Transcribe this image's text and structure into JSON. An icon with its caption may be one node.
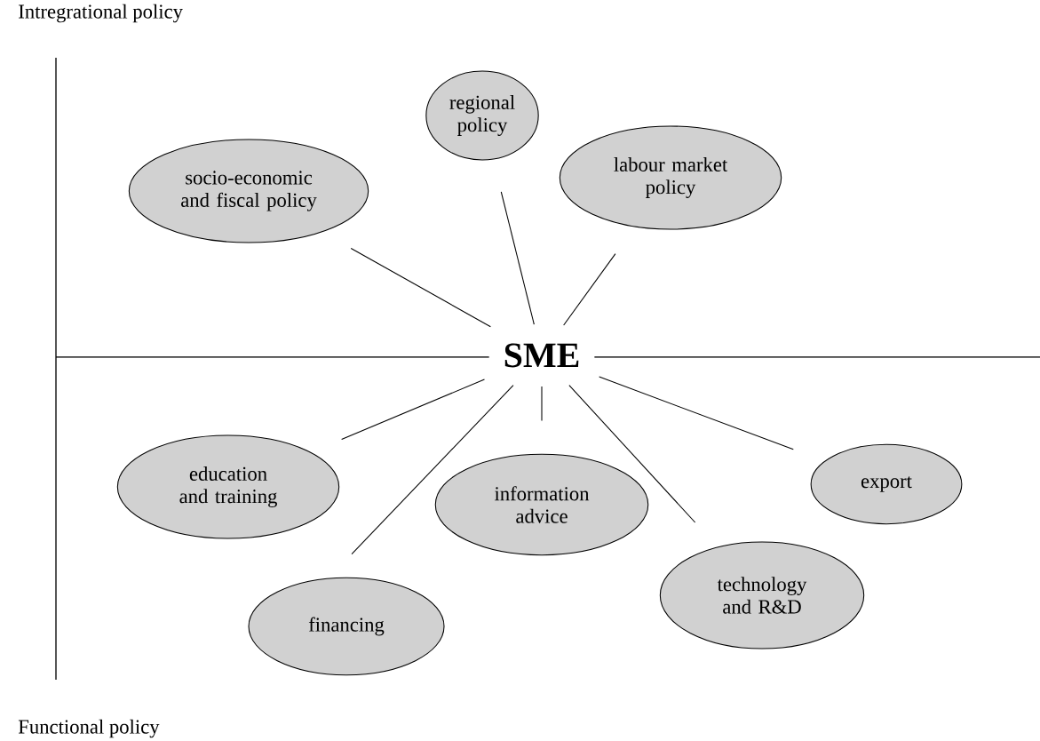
{
  "diagram": {
    "nodes": [
      {
        "text": [
          "SME"
        ]
      },
      {
        "text": [
          "socio-economic and fiscal policy"
        ]
      },
      {
        "text": [
          "regional policy"
        ]
      },
      {
        "text": [
          "labour market policy"
        ]
      },
      {
        "text": [
          "education and training"
        ]
      },
      {
        "text": [
          "information advice"
        ]
      },
      {
        "text": [
          "export"
        ]
      },
      {
        "text": [
          "financing"
        ]
      },
      {
        "text": [
          "technology and R&D"
        ]
      }
    ],
    "edges": [
      {
        "from": 0,
        "to": 1,
        "arrow": "none"
      },
      {
        "from": 0,
        "to": 2,
        "arrow": "none"
      },
      {
        "from": 0,
        "to": 3,
        "arrow": "none"
      },
      {
        "from": 0,
        "to": 4,
        "arrow": "none"
      },
      {
        "from": 0,
        "to": 5,
        "arrow": "none"
      },
      {
        "from": 0,
        "to": 6,
        "arrow": "none"
      },
      {
        "from": 0,
        "to": 7,
        "arrow": "none"
      },
      {
        "from": 0,
        "to": 8,
        "arrow": "none"
      }
    ],
    "labels": [
      "Intregrational policy",
      "Functional policy"
    ]
  }
}
